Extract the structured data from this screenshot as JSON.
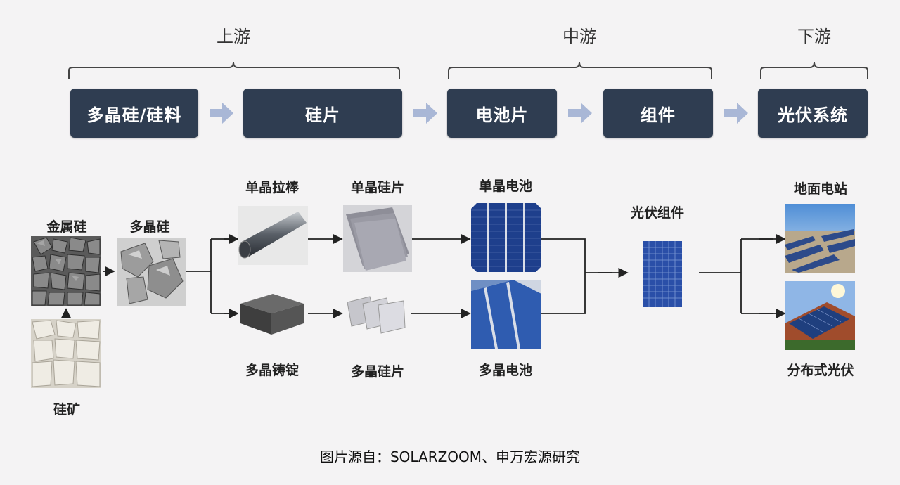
{
  "stages": {
    "upstream": "上游",
    "midstream": "中游",
    "downstream": "下游"
  },
  "boxes": {
    "polysilicon_material": "多晶硅/硅料",
    "wafer": "硅片",
    "cell": "电池片",
    "module": "组件",
    "pv_system": "光伏系统"
  },
  "items": {
    "metal_silicon": "金属硅",
    "polysilicon": "多晶硅",
    "silicon_ore": "硅矿",
    "mono_ingot": "单晶拉棒",
    "poly_ingot": "多晶铸锭",
    "mono_wafer": "单晶硅片",
    "poly_wafer": "多晶硅片",
    "mono_cell": "单晶电池",
    "poly_cell": "多晶电池",
    "pv_module": "光伏组件",
    "ground_station": "地面电站",
    "distributed_pv": "分布式光伏"
  },
  "source": "图片源自：SOLARZOOM、申万宏源研究",
  "colors": {
    "box_bg": "#2f3d51",
    "arrow": "#a9b7d6",
    "background": "#f4f3f4"
  }
}
